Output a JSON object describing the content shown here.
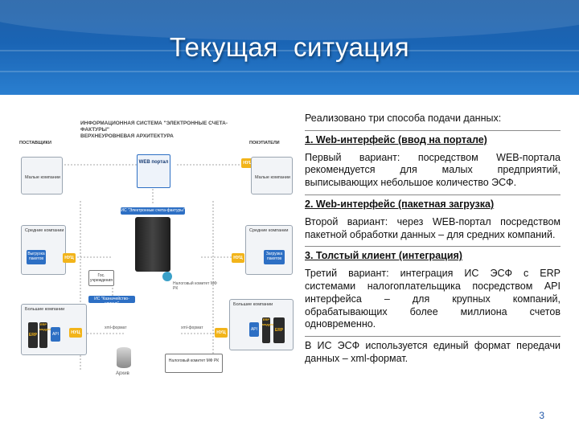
{
  "slide": {
    "title": "Текущая  ситуация",
    "page_number": "3"
  },
  "text": {
    "intro": "Реализовано три способа подачи данных:",
    "h1": "1. Web-интерфейс (ввод на портале)",
    "p1": "Первый вариант: посредством WEB-портала рекомендуется для малых предприятий, выписывающих небольшое количество ЭСФ.",
    "h2": "2. Web-интерфейс (пакетная загрузка)",
    "p2": "Второй вариант: через WEB-портал посредством пакетной обработки данных – для средних компаний.",
    "h3": "3. Толстый клиент (интеграция)",
    "p3": "Третий вариант: интеграция ИС ЭСФ с ERP системами налогоплательщика посредством API интерфейса – для крупных компаний, обрабатывающих более миллиона счетов одновременно.",
    "p4": "В ИС ЭСФ используется единый формат передачи данных – xml-формат."
  },
  "diagram": {
    "title_line1": "ИНФОРМАЦИОННАЯ СИСТЕМА \"ЭЛЕКТРОННЫЕ СЧЕТА-ФАКТУРЫ\"",
    "title_line2": "ВЕРХНЕУРОВНЕВАЯ АРХИТЕКТУРА",
    "suppliers": "ПОСТАВЩИКИ",
    "buyers": "ПОКУПАТЕЛИ",
    "nuc": "НУЦ",
    "web_portal": "WEB портал",
    "small_companies": "Малые компании",
    "medium_companies": "Средние компании",
    "large_companies": "Большие компании",
    "load_packages": "Выгрузка пакетов",
    "upload_packages": "Загрузка пакетов",
    "erp": "ERP",
    "api": "API",
    "erp_module": "ERP модуль",
    "is_esf": "ИС \"Электронные счета-фактуры\"",
    "gov_bodies": "Гос. учреждения",
    "tax_committee": "Налоговый комитет МФ РК",
    "is_tax": "ИС \"Казначейство-клиент\"",
    "xml_format": "xml-формат",
    "archive": "Архив"
  }
}
